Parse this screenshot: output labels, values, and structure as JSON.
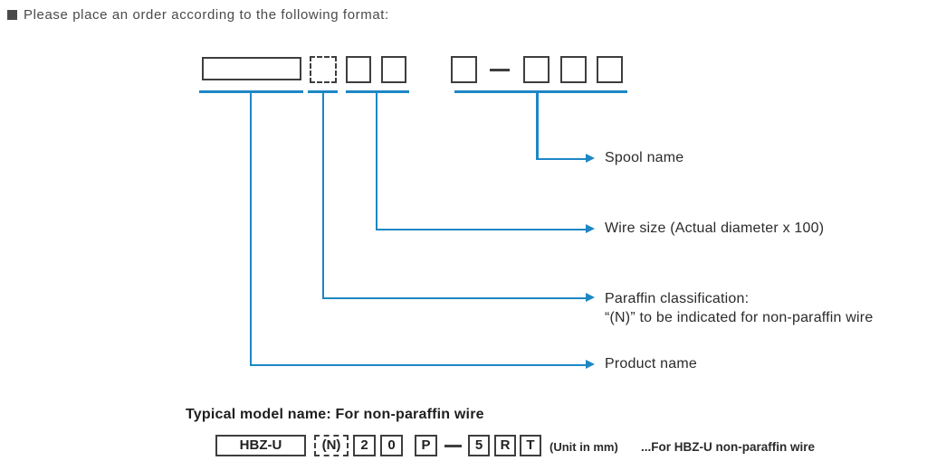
{
  "header": {
    "text": "Please place an order according to the following format:"
  },
  "colors": {
    "accent_blue": "#1d87c5",
    "box_border": "#3e3e3e"
  },
  "diagram": {
    "separator": "—",
    "labels": {
      "spool": "Spool name",
      "wire_size": "Wire size (Actual diameter x 100)",
      "paraffin_line1": "Paraffin classification:",
      "paraffin_line2": "“(N)” to be indicated for non-paraffin wire",
      "product": "Product name"
    }
  },
  "example": {
    "title": "Typical model name: For non-paraffin wire",
    "segments": {
      "product": "HBZ-U",
      "paraffin": "(N)",
      "wire1": "2",
      "wire2": "0",
      "spool1": "P",
      "separator": "—",
      "spool2": "5",
      "spool3": "R",
      "spool4": "T"
    },
    "unit_note": "(Unit in mm)",
    "suffix_note": "...For HBZ-U non-paraffin wire"
  }
}
